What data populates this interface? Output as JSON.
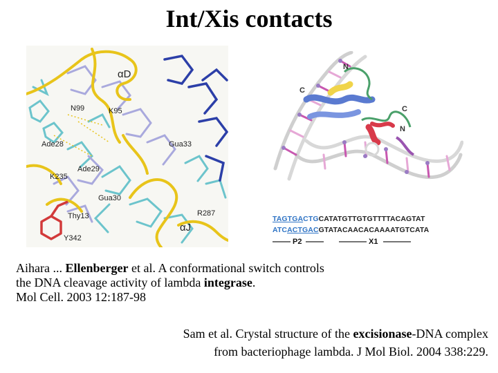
{
  "title": "Int/Xis contacts",
  "left_figure": {
    "labels": {
      "alpha_d": "αD",
      "n99": "N99",
      "k95": "K95",
      "ade28": "Ade28",
      "gua33": "Gua33",
      "ade29": "Ade29",
      "k235": "K235",
      "gua30": "Gua30",
      "thy13": "Thy13",
      "r287": "R287",
      "alpha_j": "αJ",
      "y342": "Y342"
    }
  },
  "right_figure": {
    "labels": {
      "n_top": "N",
      "c_left": "C",
      "c_right": "C",
      "n_right": "N"
    },
    "sequence_top": {
      "part1": "TAGTGA",
      "part2": "CTG",
      "part3": "CATATGTTGTGTTTT",
      "part4": "ACAGTAT"
    },
    "sequence_bottom": {
      "part1": "ATC",
      "part2": "ACTGAC",
      "part3": "GTATACAACACAAAA",
      "part4": "TGTCATA"
    },
    "site_labels": {
      "p2": "P2",
      "x1": "X1"
    }
  },
  "reference1": {
    "line1_pre": "Aihara ... ",
    "line1_bold": "Ellenberger",
    "line1_post": " et al. A conformational switch controls",
    "line2_pre": "the DNA cleavage activity of lambda ",
    "line2_bold": "integrase",
    "line2_post": ".",
    "line3": "Mol Cell. 2003 12:187-98"
  },
  "reference2": {
    "line1_pre": "Sam et al. Crystal structure of the ",
    "line1_bold": "excisionase",
    "line1_post": "-DNA complex",
    "line2": "from bacteriophage lambda. J Mol Biol. 2004 338:229."
  },
  "colors": {
    "yellow_helix": "#e8c41a",
    "cyan_dna": "#6cc4cc",
    "lavender_dna": "#a9a9dd",
    "blue_dna": "#2c3fa8",
    "red_tyr": "#d23a3a",
    "seq_blue": "#2f74c5"
  }
}
